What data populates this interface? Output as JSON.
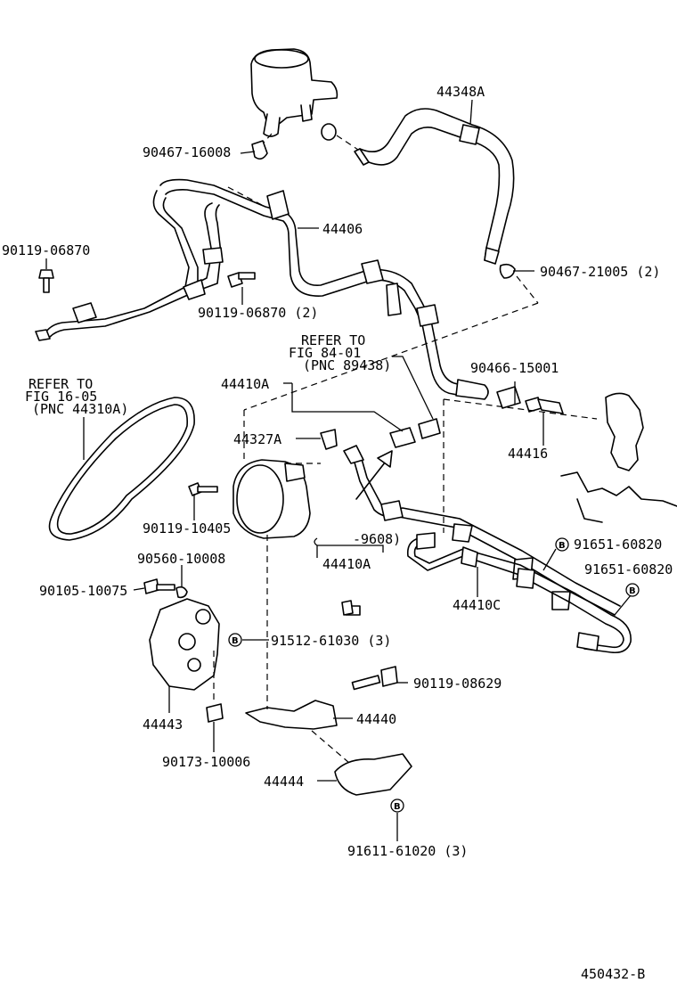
{
  "diagram_code": "450432-B",
  "refs": {
    "fig84": [
      "REFER TO",
      "FIG 84-01",
      "(PNC 89438)"
    ],
    "fig16": [
      "REFER TO",
      "FIG 16-05",
      "(PNC 44310A)"
    ]
  },
  "date_note": "-9608)",
  "badge_letter": "B",
  "callouts": {
    "p44348A": "44348A",
    "p90467_16008": "90467-16008",
    "p90119_06870": "90119-06870",
    "p44406": "44406",
    "p90467_21005": "90467-21005 (2)",
    "p90119_06870_2": "90119-06870 (2)",
    "p44410A": "44410A",
    "p90466_15001": "90466-15001",
    "p44327A": "44327A",
    "p44416": "44416",
    "p90119_10405": "90119-10405",
    "p44410A_b": "44410A",
    "p91651_60820_a": "91651-60820",
    "p91651_60820_b": "91651-60820",
    "p90560_10008": "90560-10008",
    "p90105_10075": "90105-10075",
    "p44410C": "44410C",
    "p91512_61030": "91512-61030 (3)",
    "p90119_08629": "90119-08629",
    "p44440": "44440",
    "p44443": "44443",
    "p90173_10006": "90173-10006",
    "p44444": "44444",
    "p91611_61020": "91611-61020 (3)"
  }
}
